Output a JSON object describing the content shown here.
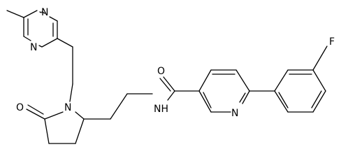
{
  "atoms": {
    "n_pyrazine_top": "N",
    "n_pyrazine_bottom": "N",
    "n_lactam": "N",
    "o_lactam": "O",
    "o_amide": "O",
    "nh_amide": "NH",
    "n_pyridine": "N",
    "f": "F"
  }
}
